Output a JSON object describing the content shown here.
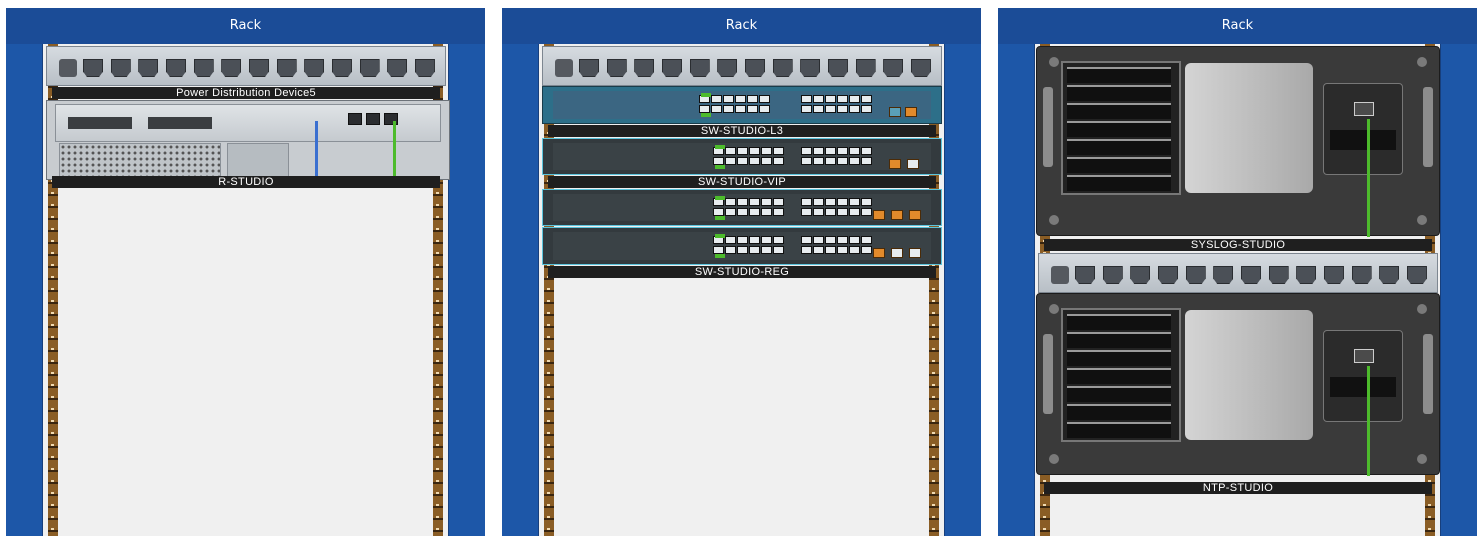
{
  "racks": [
    {
      "title": "Rack",
      "devices": [
        {
          "name": "Power Distribution Device5",
          "type": "power-strip"
        },
        {
          "name": "R-STUDIO",
          "type": "router"
        }
      ]
    },
    {
      "title": "Rack",
      "devices": [
        {
          "name": "",
          "type": "power-strip"
        },
        {
          "name": "SW-STUDIO-L3",
          "type": "multilayer-switch"
        },
        {
          "name": "SW-STUDIO-VIP",
          "type": "switch"
        },
        {
          "name": "",
          "type": "switch"
        },
        {
          "name": "SW-STUDIO-REG",
          "type": "switch"
        }
      ]
    },
    {
      "title": "Rack",
      "devices": [
        {
          "name": "SYSLOG-STUDIO",
          "type": "server"
        },
        {
          "name": "",
          "type": "power-strip"
        },
        {
          "name": "NTP-STUDIO",
          "type": "server"
        }
      ]
    }
  ],
  "colors": {
    "rack_frame": "#1d57a8",
    "rail": "#7a5220",
    "label_bg": "#1f1f1f",
    "cable_green": "#4dbb2c",
    "cable_blue": "#3a6fd0",
    "uplink_orange": "#e28a2b"
  }
}
